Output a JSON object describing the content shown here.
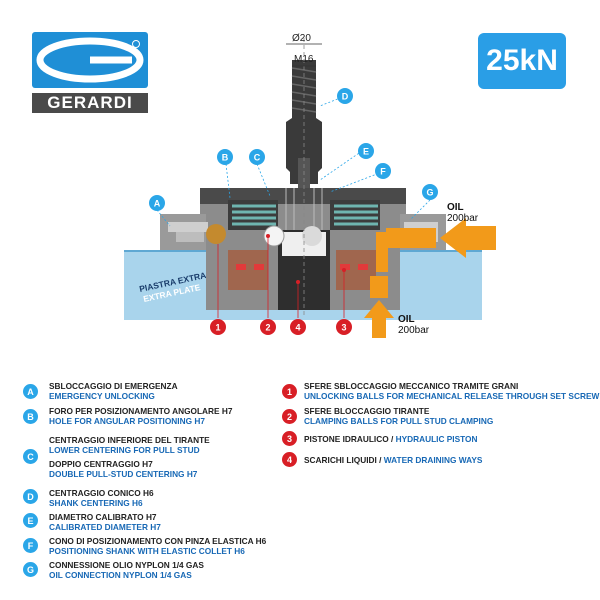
{
  "brand": {
    "name": "GERARDI"
  },
  "capacity_badge": "25kN",
  "diagram": {
    "diameter_label": "Ø20",
    "thread_label": "M16",
    "oil_top": {
      "label": "OIL",
      "pressure": "200bar"
    },
    "oil_bottom": {
      "label": "OIL",
      "pressure": "200bar"
    },
    "plate_label_it": "PIASTRA EXTRA",
    "plate_label_en": "EXTRA PLATE",
    "letter_callouts": [
      "A",
      "B",
      "C",
      "D",
      "E",
      "F",
      "G"
    ],
    "number_callouts": [
      "1",
      "2",
      "4",
      "3"
    ]
  },
  "legend_left": [
    {
      "key": "A",
      "it": "SBLOCCAGGIO DI EMERGENZA",
      "en": "EMERGENCY UNLOCKING"
    },
    {
      "key": "B",
      "it": "FORO PER POSIZIONAMENTO ANGOLARE H7",
      "en": "HOLE FOR ANGULAR POSITIONING H7"
    },
    {
      "key": "C",
      "it": "CENTRAGGIO INFERIORE DEL TIRANTE",
      "en": "LOWER CENTERING FOR PULL STUD",
      "it2": "DOPPIO CENTRAGGIO H7",
      "en2": "DOUBLE PULL-STUD CENTERING H7"
    },
    {
      "key": "D",
      "it": "CENTRAGGIO CONICO H6",
      "en": "SHANK CENTERING H6"
    },
    {
      "key": "E",
      "it": "DIAMETRO CALIBRATO H7",
      "en": "CALIBRATED DIAMETER H7"
    },
    {
      "key": "F",
      "it": "CONO DI POSIZIONAMENTO CON PINZA ELASTICA H6",
      "en": "POSITIONING SHANK WITH ELASTIC COLLET H6"
    },
    {
      "key": "G",
      "it": "CONNESSIONE OLIO  NYPLON 1/4 GAS",
      "en": "OIL CONNECTION NYPLON 1/4 GAS"
    }
  ],
  "legend_right": [
    {
      "key": "1",
      "it": "SFERE SBLOCCAGGIO MECCANICO TRAMITE GRANI",
      "en": "UNLOCKING BALLS FOR MECHANICAL RELEASE THROUGH SET SCREW"
    },
    {
      "key": "2",
      "it": "SFERE BLOCCAGGIO TIRANTE",
      "en": "CLAMPING BALLS FOR PULL STUD CLAMPING"
    },
    {
      "key": "3",
      "it": "PISTONE IDRAULICO / ",
      "en": "HYDRAULIC PISTON"
    },
    {
      "key": "4",
      "it": "SCARICHI LIQUIDI / ",
      "en": "WATER DRAINING WAYS"
    }
  ],
  "colors": {
    "brand_blue": "#1f8fd6",
    "badge_blue": "#2a9ee6",
    "callout_red": "#d81f26",
    "oil_orange": "#f29a1a",
    "plate_blue": "#a9d4ec"
  }
}
